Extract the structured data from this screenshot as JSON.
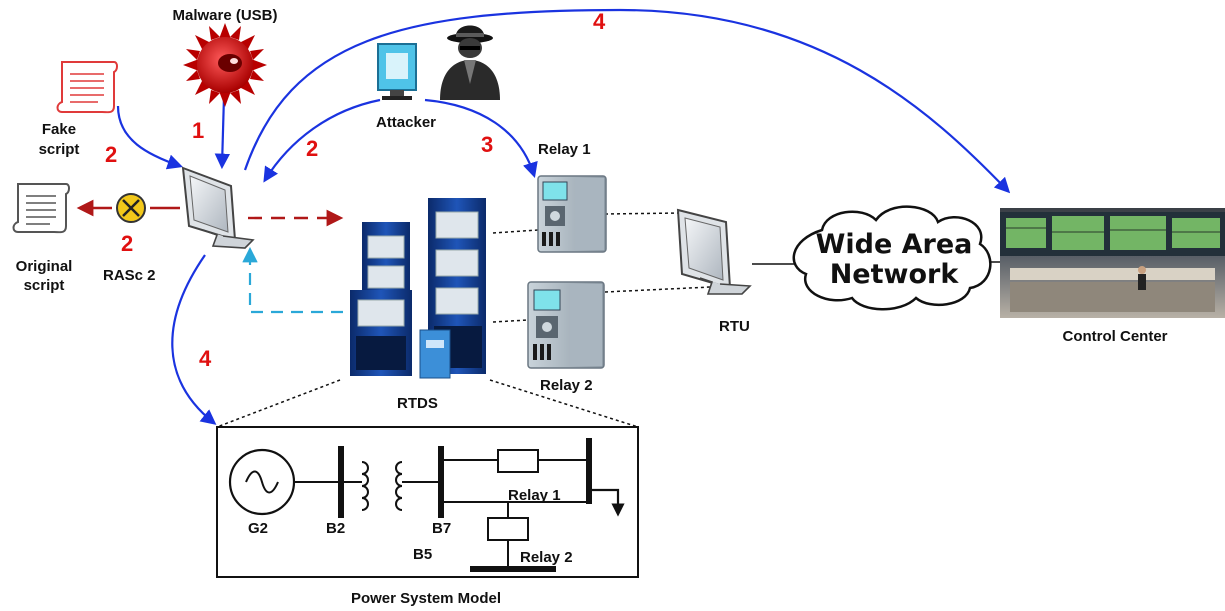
{
  "labels": {
    "malware": "Malware (USB)",
    "attacker": "Attacker",
    "fake_script": [
      "Fake",
      "script"
    ],
    "original_script": [
      "Original",
      "script"
    ],
    "rasc": "RASc 2",
    "relay1": "Relay 1",
    "relay2": "Relay 2",
    "rtds": "RTDS",
    "rtu": "RTU",
    "wan": [
      "Wide Area",
      "Network"
    ],
    "control_center": "Control Center",
    "power_system_model": "Power System  Model"
  },
  "steps": {
    "malware_usb": "1",
    "fake_script": "2",
    "rasc": "2",
    "attacker_to_pc": "2",
    "attacker_to_relay": "3",
    "pc_to_control_center": "4",
    "pc_to_model": "4"
  },
  "model": {
    "g2": "G2",
    "b2": "B2",
    "b7": "B7",
    "b5": "B5",
    "relay1": "Relay 1",
    "relay2": "Relay 2"
  },
  "colors": {
    "attack_arrow": "#1a33e0",
    "step_number": "#e01010",
    "red_dash": "#b01818",
    "cyan_dash": "#2aa8d8"
  }
}
